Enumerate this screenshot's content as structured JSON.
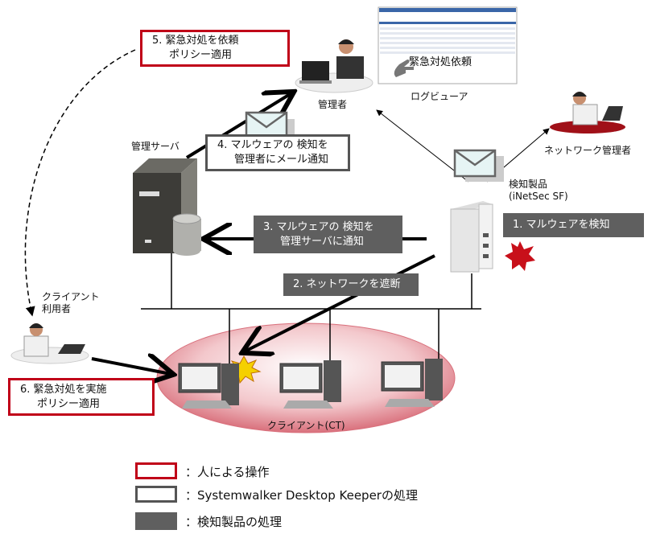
{
  "steps": {
    "s1": {
      "line1": "1.  マルウェアを検知"
    },
    "s2": {
      "line1": "2.  ネットワークを遮断"
    },
    "s3": {
      "line1": "3.  マルウェアの 検知を",
      "line2": "管理サーバに通知"
    },
    "s4": {
      "line1": "4.  マルウェアの 検知を",
      "line2": "管理者にメール通知"
    },
    "s5": {
      "line1": "5.  緊急対処を依頼",
      "line2": "ポリシー適用"
    },
    "s6": {
      "line1": "6.  緊急対処を実施",
      "line2": "ポリシー適用"
    }
  },
  "labels": {
    "admin": "管理者",
    "log_viewer": "ログビューア",
    "log_viewer_action": "緊急対処依頼",
    "network_admin": "ネットワーク管理者",
    "detector_line1": "検知製品",
    "detector_line2": "(iNetSec SF)",
    "mgmt_server": "管理サーバ",
    "client_user_line1": "クライアント",
    "client_user_line2": "利用者",
    "clients": "クライアント(CT)"
  },
  "legend": [
    {
      "text": "：人による操作",
      "style": "red-outline"
    },
    {
      "text": "：Systemwalker  Desktop Keeperの処理",
      "style": "dark-outline"
    },
    {
      "text": "：検知製品の処理",
      "style": "gray-fill"
    }
  ],
  "colors": {
    "human": "#c00018",
    "keeper": "#555555",
    "detector": "#5f5f5f",
    "network_zone": "#e8a0a8"
  }
}
